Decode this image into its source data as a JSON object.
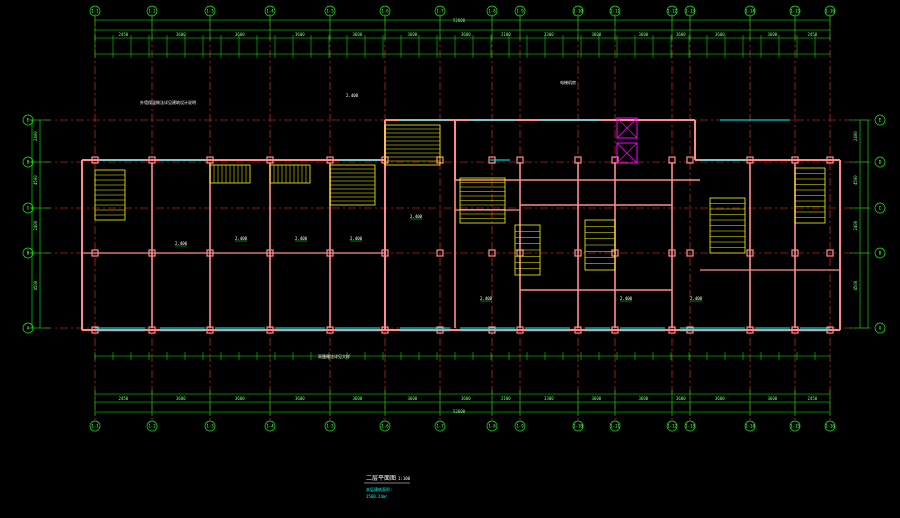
{
  "drawing": {
    "title": "二层平面图",
    "scale": "1:100",
    "overall_dim": "52600",
    "colors": {
      "background": "#000000",
      "dim": "#00ff00",
      "axis": "#ff3030",
      "wall": "#ff8c8c",
      "window": "#00ffff",
      "stair": "#ffff00",
      "text": "#ffffff",
      "elevator": "#ff00ff"
    },
    "top_axes": [
      "1-1",
      "1-2",
      "1-3",
      "1-4",
      "1-5",
      "1-6",
      "1-7",
      "1-8",
      "1-9",
      "1-10",
      "1-11",
      "1-12",
      "1-13",
      "1-14",
      "1-15",
      "1-16"
    ],
    "bottom_axes": [
      "1-1",
      "1-2",
      "1-3",
      "1-4",
      "1-5",
      "1-6",
      "1-7",
      "1-8",
      "1-9",
      "1-10",
      "1-11",
      "1-12",
      "1-13",
      "1-14",
      "1-15",
      "1-16"
    ],
    "left_axes": [
      "A",
      "B",
      "C",
      "D",
      "E"
    ],
    "right_axes": [
      "A",
      "B",
      "C",
      "D",
      "E"
    ],
    "top_segments": [
      "2450",
      "3600",
      "3600",
      "3600",
      "3600",
      "3600",
      "3600",
      "2100",
      "3300",
      "3600",
      "3600",
      "3600",
      "3600",
      "3600",
      "2450"
    ],
    "bottom_segments": [
      "2450",
      "3600",
      "3600",
      "3600",
      "3600",
      "3600",
      "3600",
      "2100",
      "3300",
      "3600",
      "3600",
      "3600",
      "3600",
      "3600",
      "2450"
    ],
    "left_segments": [
      "2400",
      "4500",
      "2400",
      "4500"
    ],
    "right_segments": [
      "2400",
      "4500",
      "2400",
      "4500"
    ],
    "notes": {
      "note_top_left": "外墙保温做法详见建筑设计说明",
      "note_mid": "2.400",
      "note_bottom": "雨篷做法详见大样",
      "note_top_right": "电梯机房",
      "room_labels": [
        "2.400",
        "2.400",
        "2.400",
        "2.400",
        "2.400",
        "2.400",
        "2.400",
        "2.400"
      ]
    },
    "footer_lines": [
      "本层建筑面积:",
      "1560.24m²"
    ]
  }
}
